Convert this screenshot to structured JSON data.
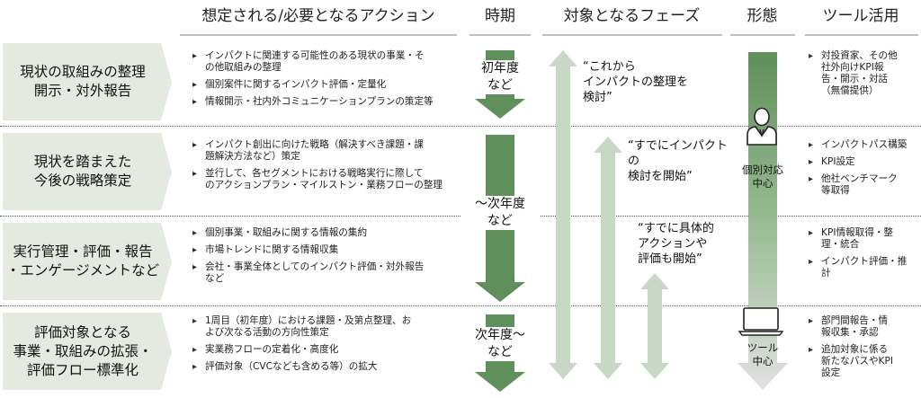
{
  "headers": {
    "action": "想定される/必要となるアクション",
    "timing": "時期",
    "phase": "対象となるフェーズ",
    "form": "形態",
    "tools": "ツール活用"
  },
  "stages": [
    {
      "label": "現状の取組みの整理\n開示・対外報告",
      "actions": [
        "インパクトに関連する可能性のある現状の事業・そ\nの他取組みの整理",
        "個別案件に関するインパクト評価・定量化",
        "情報開示・社内外コミュニケーションプランの策定等"
      ],
      "tools": [
        "対投資家、その他\n社外向けKPI報\n告・開示・対話\n（無償提供）"
      ]
    },
    {
      "label": "現状を踏まえた\n今後の戦略策定",
      "actions": [
        "インパクト創出に向けた戦略（解決すべき課題・課\n題解決方法など）策定",
        "並行して、各セグメントにおける戦略実行に際して\nのアクションプラン・マイルストン・業務フローの整理"
      ],
      "tools": [
        "インパクトパス構築",
        "KPI設定",
        "他社ベンチマーク\n等取得"
      ]
    },
    {
      "label": "実行管理・評価・報告\n・エンゲージメントなど",
      "actions": [
        "個別事業・取組みに関する情報の集約",
        "市場トレンドに関する情報収集",
        "会社・事業全体としてのインパクト評価・対外報告\nなど"
      ],
      "tools": [
        "KPI情報取得・整\n理・統合",
        "インパクト評価・推\n計"
      ]
    },
    {
      "label": "評価対象となる\n事業・取組みの拡張・\n評価フロー標準化",
      "actions": [
        "1周目（初年度）における課題・及第点整理、お\nよび次なる活動の方向性策定",
        "実業務フローの定着化・高度化",
        "評価対象（CVCなども含める等）の拡大"
      ],
      "tools": [
        "部門間報告・情\n報収集・承認",
        "追加対象に係る\n新たなパスやKPI\n設定"
      ]
    }
  ],
  "timing": {
    "first_year": "初年度\nなど",
    "next_year": "～次年度\nなど",
    "after_next": "次年度～\nなど"
  },
  "phases": {
    "q1": "“これから\nインパクトの整理を\n検討”",
    "q2": "“すでにインパクト\nの\n検討を開始”",
    "q3": "“すでに具体的\nアクションや\n評価も開始”"
  },
  "forms": {
    "individual": "個別対応\n中心",
    "tool": "ツール\n中心"
  },
  "colors": {
    "stage_fill": "#e4eadf",
    "arrow_dark": "#5f8f5a",
    "arrow_light": "#c7d9c4",
    "header_line": "#bfbfbf"
  },
  "icons": [
    "person-icon",
    "laptop-icon"
  ]
}
